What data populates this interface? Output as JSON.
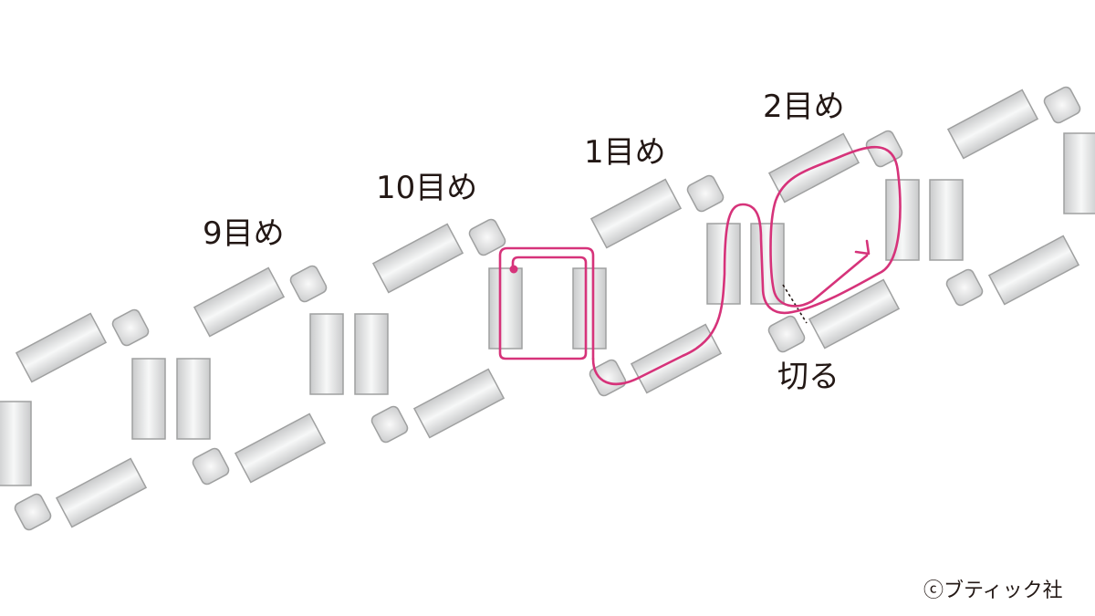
{
  "labels": {
    "row9": "9目め",
    "row10": "10目め",
    "row1": "1目め",
    "row2": "2目め",
    "cut": "切る"
  },
  "copyright": "ⓒブティック社",
  "colors": {
    "bead_fill": "#e6e7e8",
    "bead_stroke": "#9fa0a0",
    "thread": "#d6337a",
    "cut_line": "#231815",
    "text": "#231815"
  }
}
